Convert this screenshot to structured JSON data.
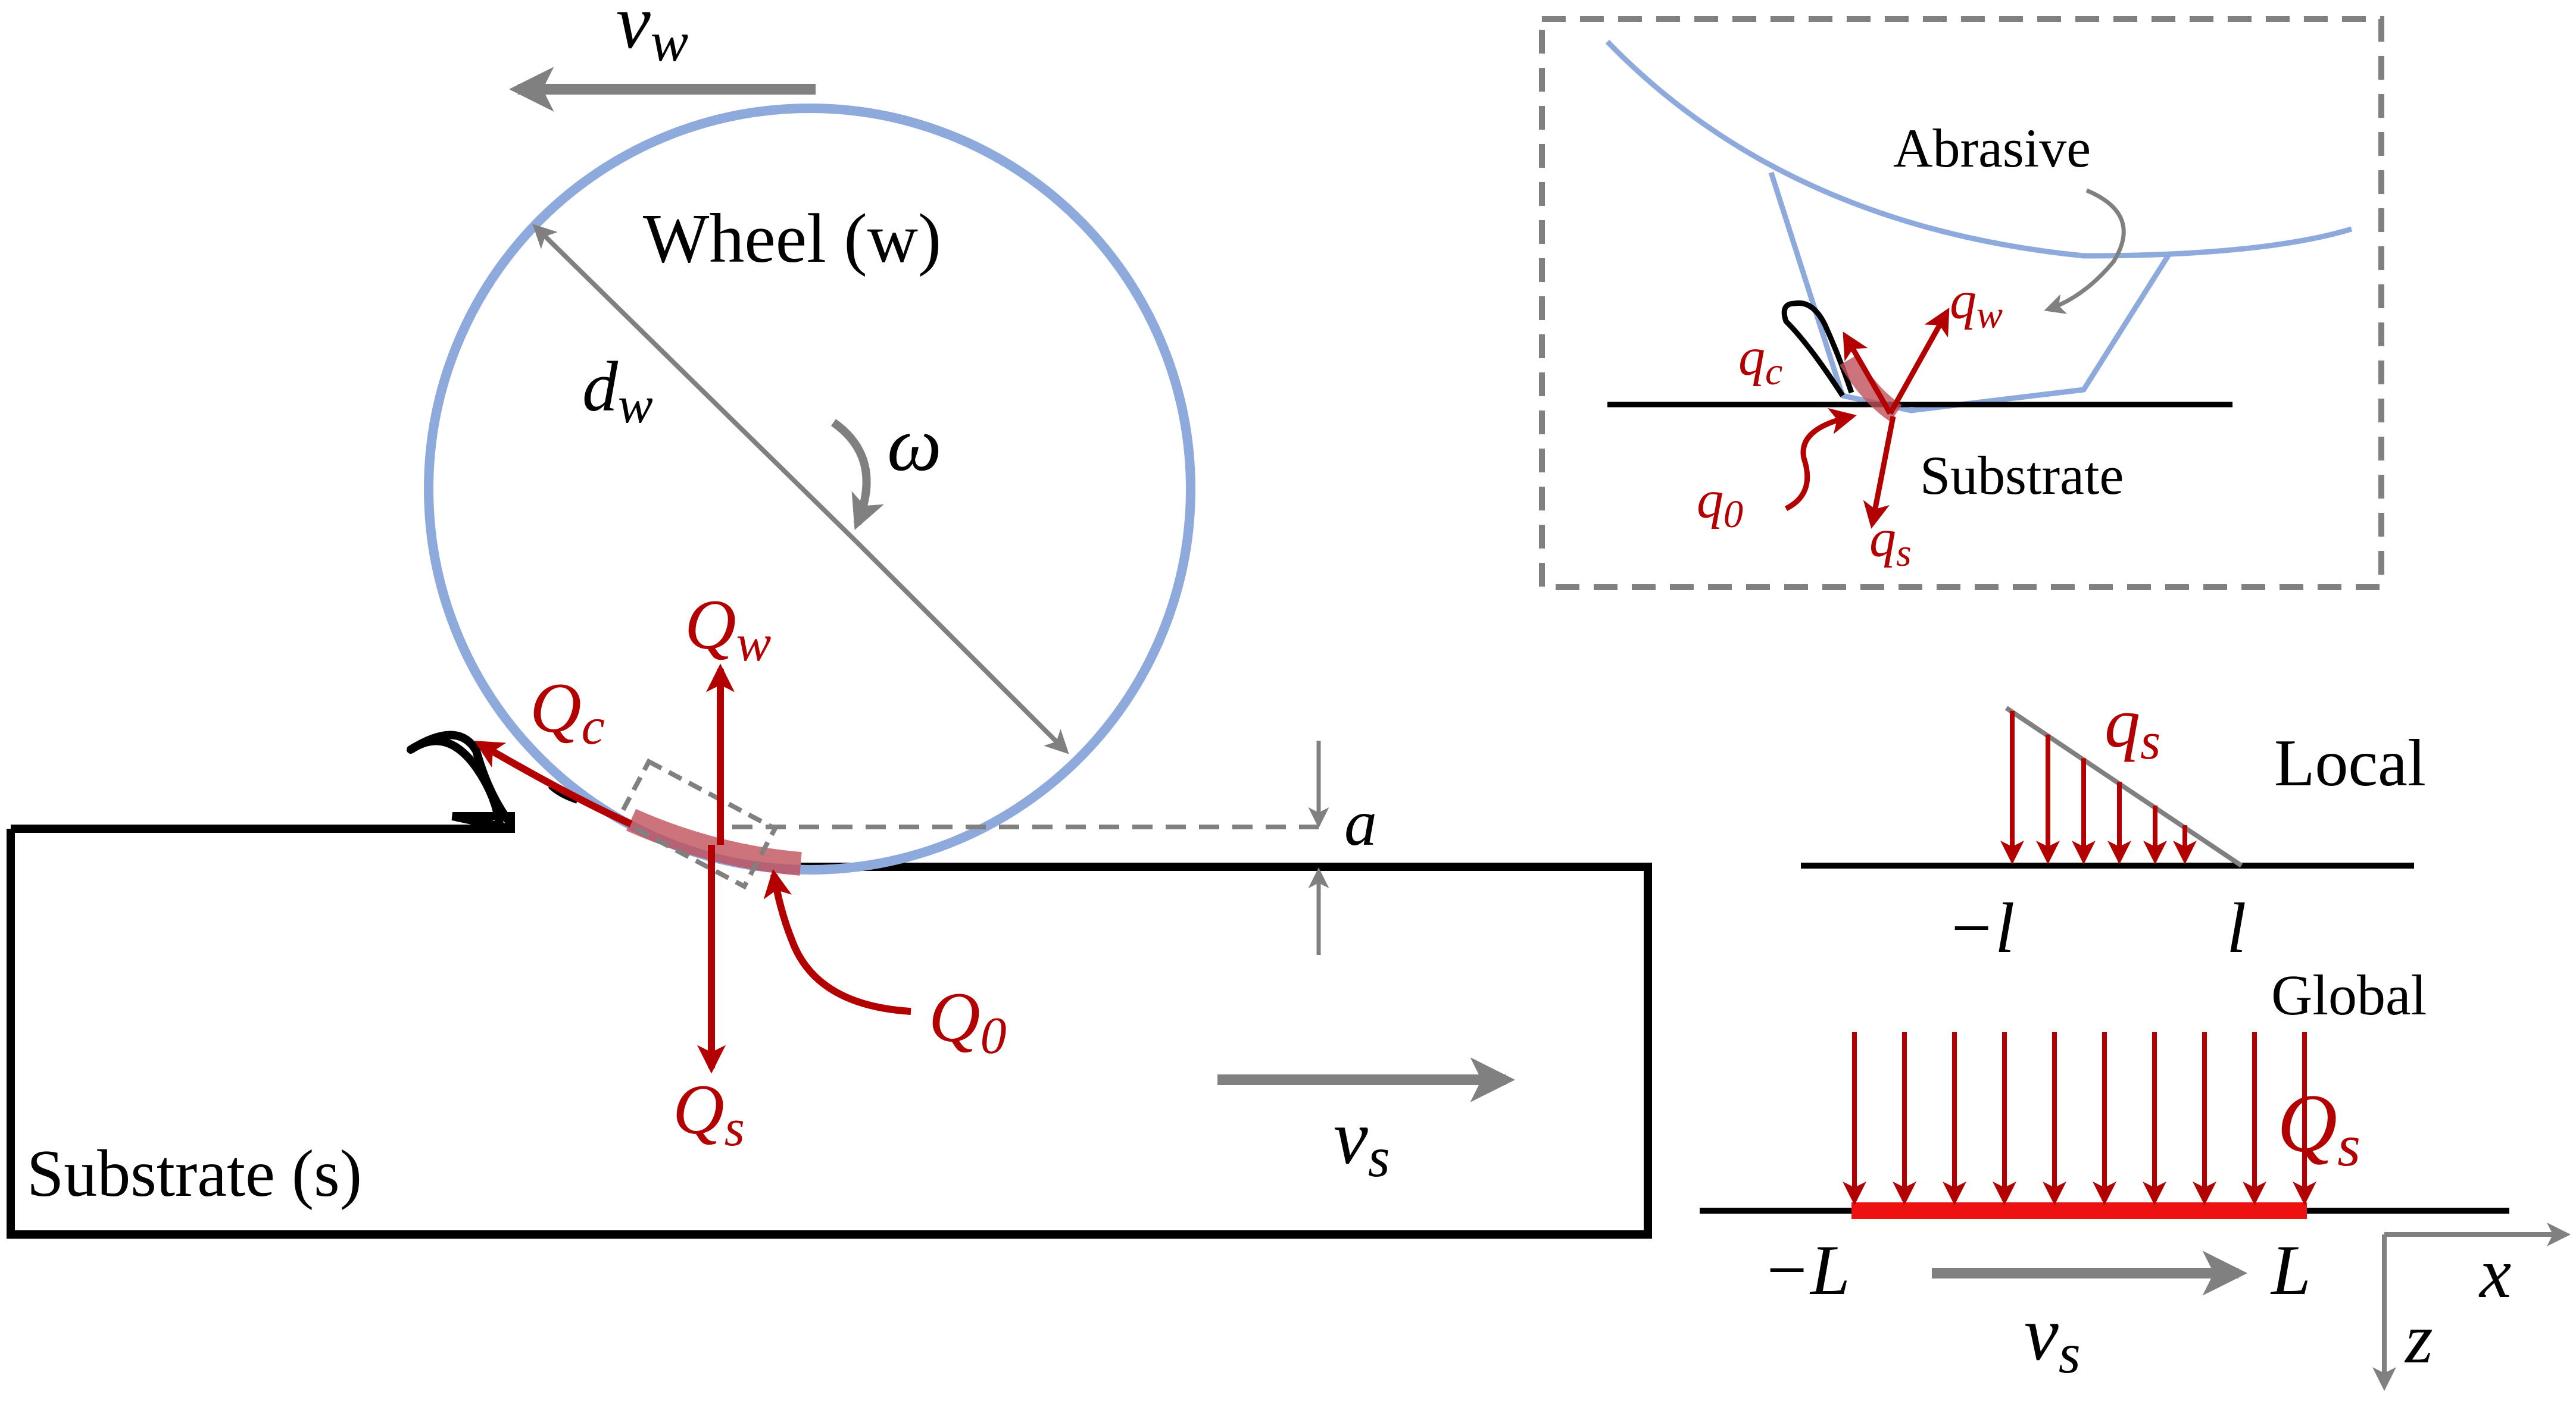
{
  "colors": {
    "wheel": "#8eaadc",
    "heat": "#b30000",
    "heat_band": "#c0505a",
    "global_bar": "#ee1111",
    "arrow_gray": "#808080",
    "outline": "#000000"
  },
  "labels": {
    "v_w": "v",
    "v_w_sub": "w",
    "wheel": "Wheel (w)",
    "d_w": "d",
    "d_w_sub": "w",
    "omega": "ω",
    "Q_w": "Q",
    "Q_w_sub": "w",
    "Q_c": "Q",
    "Q_c_sub": "c",
    "Q_0": "Q",
    "Q_0_sub": "0",
    "Q_s": "Q",
    "Q_s_sub": "s",
    "a": "a",
    "v_s": "v",
    "v_s_sub": "s",
    "substrate": "Substrate (s)"
  },
  "inset": {
    "abrasive": "Abrasive",
    "substrate": "Substrate",
    "q_w": "q",
    "q_w_sub": "w",
    "q_c": "q",
    "q_c_sub": "c",
    "q_0": "q",
    "q_0_sub": "0",
    "q_s": "q",
    "q_s_sub": "s"
  },
  "local": {
    "title": "Local",
    "q_s": "q",
    "q_s_sub": "s",
    "minus_l": "−l",
    "plus_l": "l"
  },
  "global": {
    "title": "Global",
    "Q_s": "Q",
    "Q_s_sub": "s",
    "minus_L": "−L",
    "plus_L": "L",
    "v_s": "v",
    "v_s_sub": "s",
    "x": "x",
    "z": "z"
  }
}
